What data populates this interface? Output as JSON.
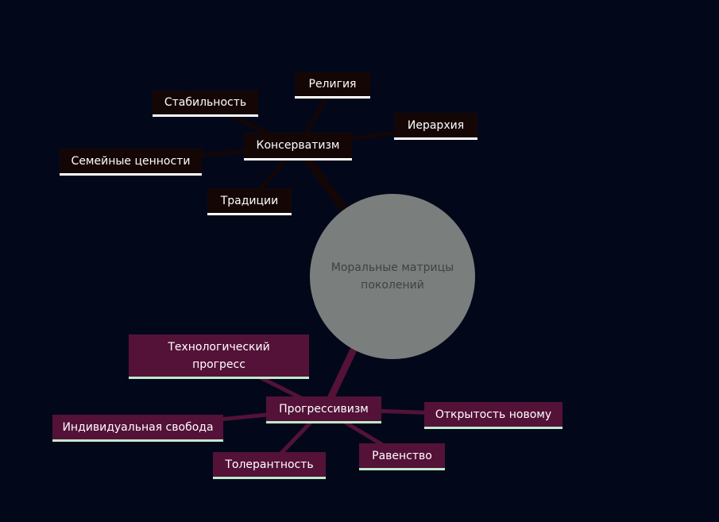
{
  "center": {
    "label": "Моральные матрицы поколений",
    "color": "#7a7e7d"
  },
  "colors": {
    "background": "#02081a",
    "conservative_fill": "#150606",
    "conservative_line": "#150606",
    "progressive_fill": "#541238",
    "progressive_line": "#541238",
    "conservative_underline": "#ffffff",
    "progressive_underline": "#bfe9cc"
  },
  "branches": {
    "conservatism": {
      "label": "Консерватизм",
      "children": [
        "Религия",
        "Стабильность",
        "Иерархия",
        "Семейные ценности",
        "Традиции"
      ]
    },
    "progressivism": {
      "label": "Прогрессивизм",
      "children": [
        "Технологический прогресс",
        "Открытость новому",
        "Индивидуальная свобода",
        "Равенство",
        "Толерантность"
      ]
    }
  }
}
